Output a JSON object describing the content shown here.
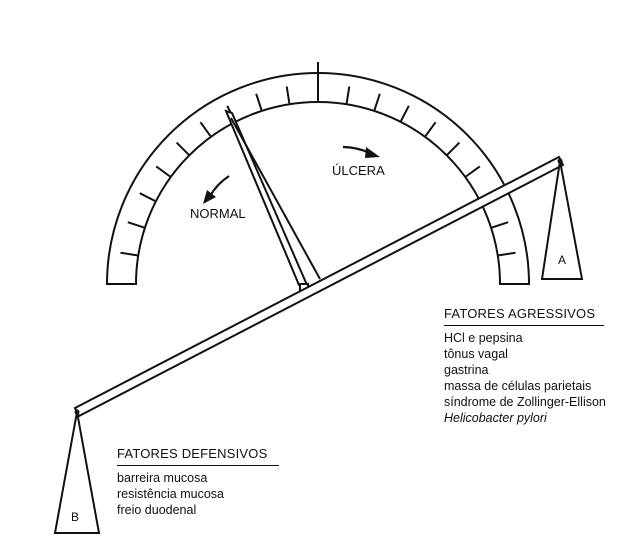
{
  "labels": {
    "normal": "NORMAL",
    "ulcera": "ÚLCERA",
    "pan_a": "A",
    "pan_b": "B"
  },
  "aggressive": {
    "title": "FATORES AGRESSIVOS",
    "items": [
      "HCl e pepsina",
      "tônus vagal",
      "gastrina",
      "massa de células parietais",
      "síndrome de Zollinger-Ellison",
      "Helicobacter pylori"
    ]
  },
  "defensive": {
    "title": "FATORES DEFENSIVOS",
    "items": [
      "barreira mucosa",
      "resistência mucosa",
      "freio duodenal"
    ]
  },
  "colors": {
    "ink": "#111111",
    "background": "#ffffff"
  }
}
